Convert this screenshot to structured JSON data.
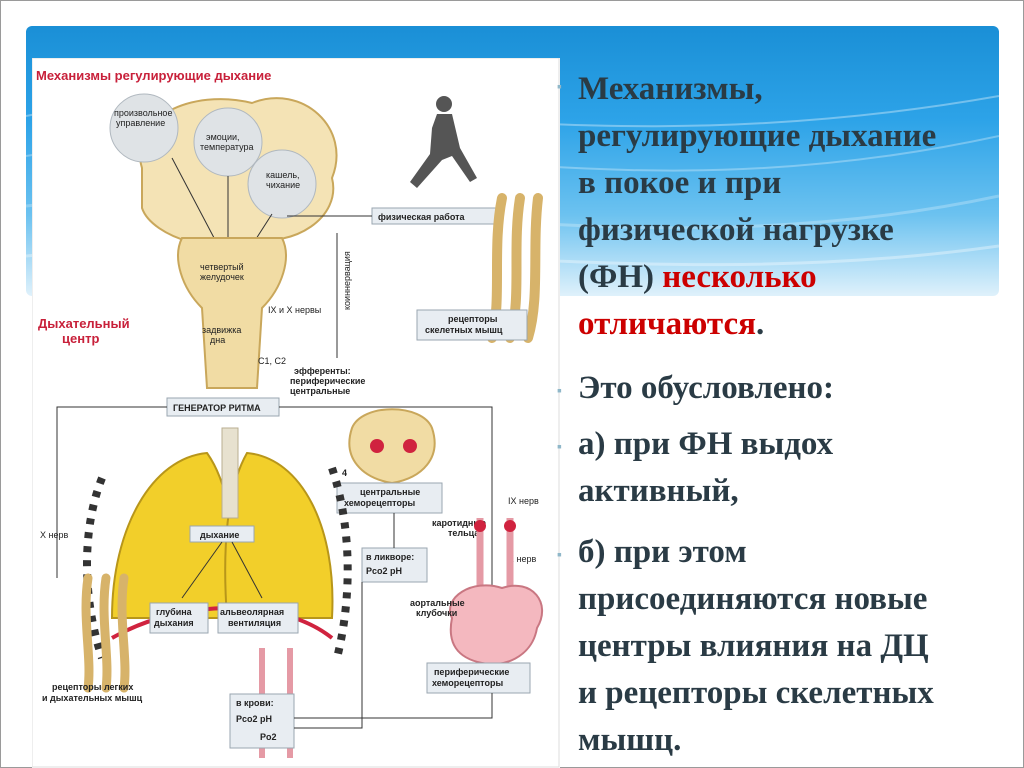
{
  "slide": {
    "para1_main": "Механизмы,\nрегулирующие дыхание\nв покое и при\nфизической нагрузке\n(ФН) ",
    "para1_red": "несколько\nотличаются",
    "para1_end": ".",
    "para2": "Это обусловлено:",
    "para3": "а) при ФН выдох\nактивный,",
    "para4": "б) при этом\nприсоединяются новые\nцентры  влияния на ДЦ\nи рецепторы скелетных\nмышц."
  },
  "diagram": {
    "title": "Механизмы регулирующие дыхание",
    "labels": {
      "voluntary": "произвольное\nуправление",
      "emotions": "эмоции,\nтемпература",
      "cough": "кашель,\nчихание",
      "physical_work": "физическая работа",
      "coinnervation": "коиннервация",
      "fourth_ventricle": "четвертый\nжелудочек",
      "nerves_ix_x": "IX и X нервы",
      "resp_center": "Дыхательный\nцентр",
      "medulla": "задвижка\nдна",
      "c1c2": "С1, С2",
      "muscle_receptors": "рецепторы\nскелетных мышц",
      "efferents": "эфференты:\nпериферические\nцентральные",
      "rhythm_generator": "ГЕНЕРАТОР РИТМА",
      "number4": "4",
      "central_chemo": "центральные\nхеморецепторы",
      "x_nerve": "Х нерв",
      "breathing": "дыхание",
      "carotid": "каротидные\nтельца",
      "ix_nerve": "IX нерв",
      "x_nerve2": "Х нерв",
      "csf": "в ликворе:",
      "pco2_ph": "Pco2  pH",
      "depth": "глубина\nдыхания",
      "alv_vent": "альвеолярная\nвентиляция",
      "aortic": "аортальные\nклубочки",
      "lung_receptors": "рецепторы легких\nи дыхательных мышц",
      "peripheral_chemo": "периферические\nхеморецепторы",
      "blood": "в крови:",
      "pco2_ph2": "Pco2  pH",
      "po2": "Po2"
    }
  },
  "colors": {
    "banner_top": "#1a8fd6",
    "text": "#2a3b45",
    "accent_red": "#cc0000",
    "diagram_title": "#c8203a"
  }
}
